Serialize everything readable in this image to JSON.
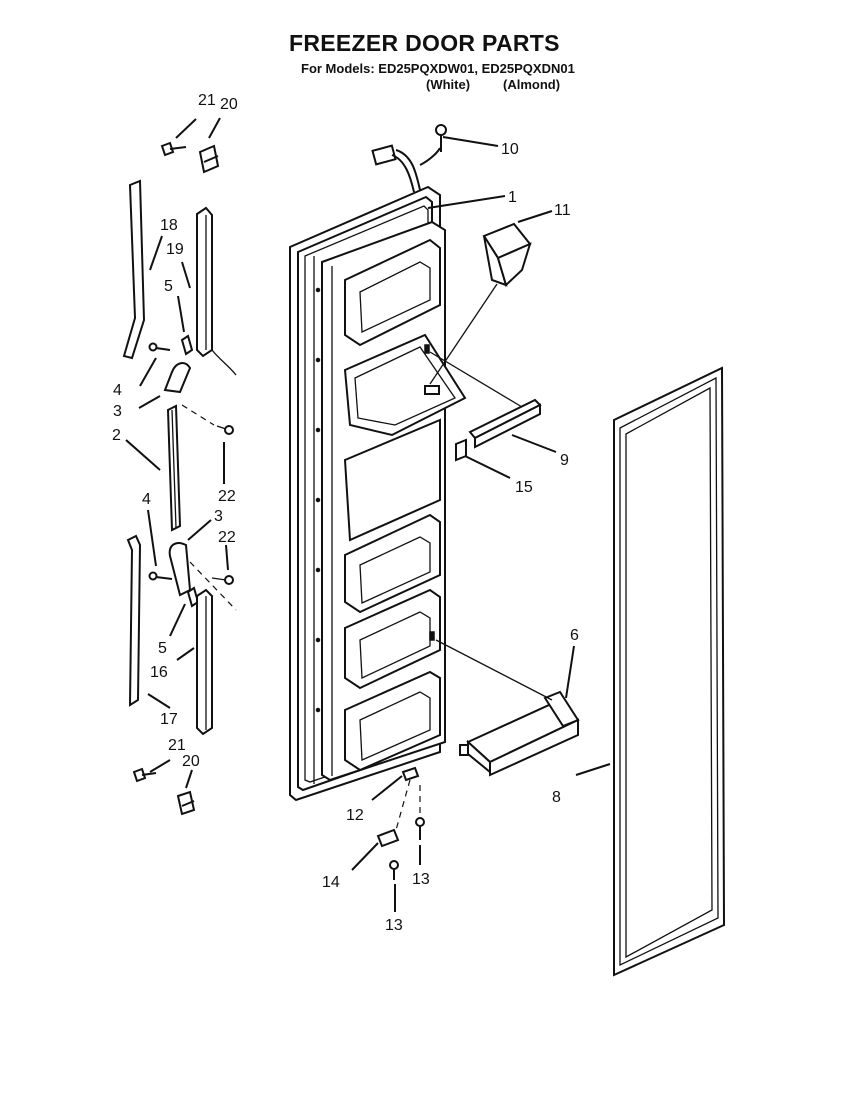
{
  "header": {
    "title": "FREEZER DOOR PARTS",
    "models_line": "For Models: ED25PQXDW01, ED25PQXDN01",
    "color_white": "(White)",
    "color_almond": "(Almond)"
  },
  "callouts": {
    "c1": "1",
    "c2": "2",
    "c3a": "3",
    "c3b": "3",
    "c4a": "4",
    "c4b": "4",
    "c5a": "5",
    "c5b": "5",
    "c6": "6",
    "c8": "8",
    "c9": "9",
    "c10": "10",
    "c11": "11",
    "c12": "12",
    "c13a": "13",
    "c13b": "13",
    "c14": "14",
    "c15": "15",
    "c16": "16",
    "c17": "17",
    "c18": "18",
    "c19": "19",
    "c20a": "20",
    "c20b": "20",
    "c21a": "21",
    "c21b": "21",
    "c22a": "22",
    "c22b": "22"
  }
}
